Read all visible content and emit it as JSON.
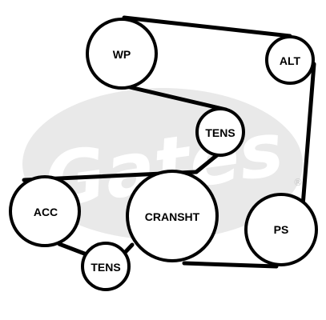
{
  "diagram": {
    "watermark": {
      "text": "Gates",
      "registered": "®"
    },
    "pulleys": {
      "wp": "WP",
      "alt": "ALT",
      "tens_upper": "TENS",
      "acc": "ACC",
      "cranksht": "CRANSHT",
      "ps": "PS",
      "tens_lower": "TENS"
    },
    "colors": {
      "belt": "#000000",
      "watermark": "#e9e9e9",
      "background": "#ffffff"
    }
  }
}
